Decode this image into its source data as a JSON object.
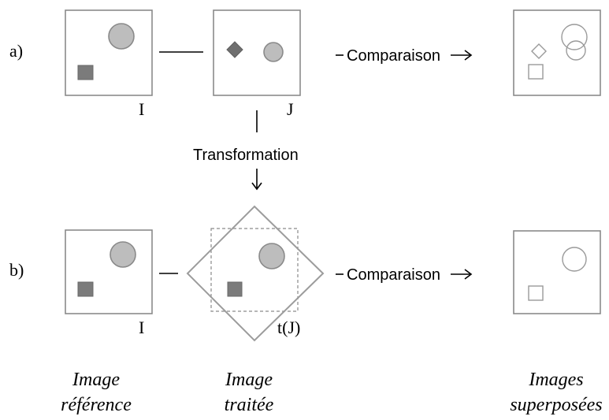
{
  "rows": {
    "a": {
      "label": "a)"
    },
    "b": {
      "label": "b)"
    }
  },
  "image_labels": {
    "i_top": "I",
    "j_top": "J",
    "i_bottom": "I",
    "tj_bottom": "t(J)"
  },
  "arrows": {
    "comparaison_top": "Comparaison",
    "comparaison_bottom": "Comparaison",
    "transformation": "Transformation"
  },
  "captions": {
    "reference": {
      "line1": "Image",
      "line2": "référence"
    },
    "traitee": {
      "line1": "Image",
      "line2": "traitée"
    },
    "superposees": {
      "line1": "Images",
      "line2": "superposées"
    }
  },
  "colors": {
    "box_stroke": "#8a8a8a",
    "shape_fill_light": "#bdbdbd",
    "shape_fill_dark": "#7b7b7b"
  }
}
